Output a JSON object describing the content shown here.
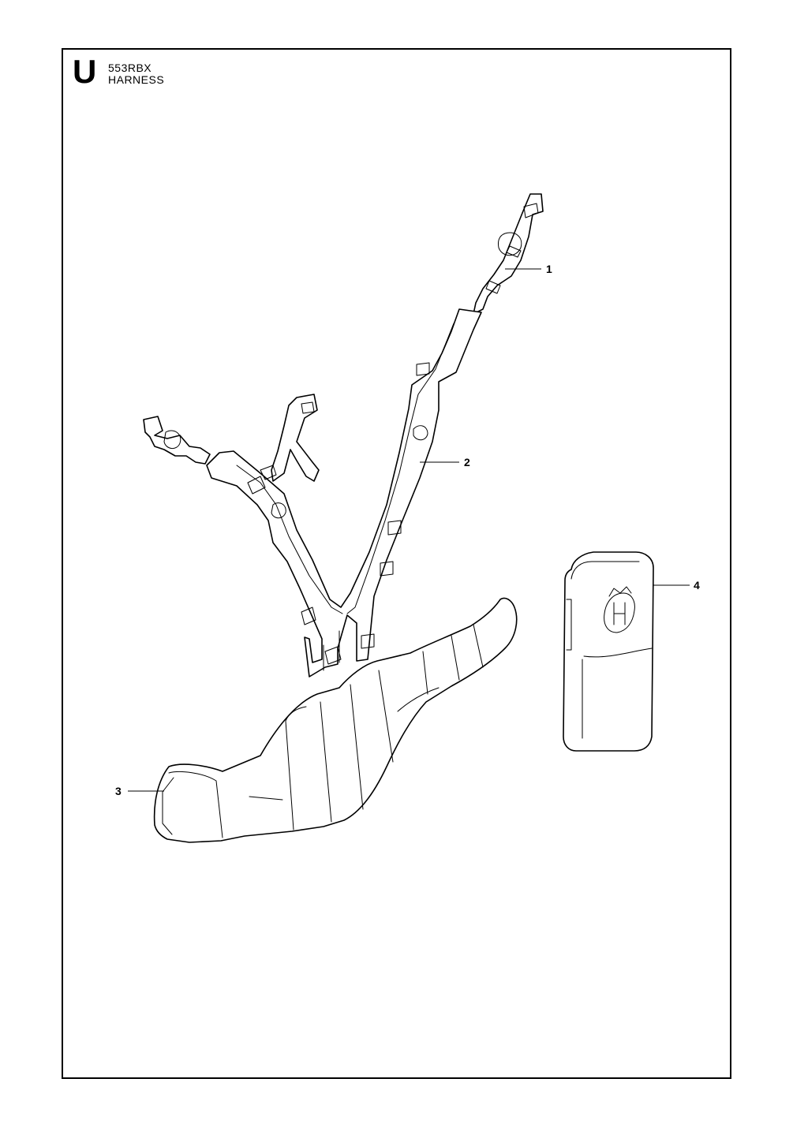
{
  "header": {
    "section_letter": "U",
    "model": "553RBX",
    "title": "HARNESS"
  },
  "callouts": [
    {
      "id": "callout-1",
      "label": "1"
    },
    {
      "id": "callout-2",
      "label": "2"
    },
    {
      "id": "callout-3",
      "label": "3"
    },
    {
      "id": "callout-4",
      "label": "4"
    }
  ]
}
